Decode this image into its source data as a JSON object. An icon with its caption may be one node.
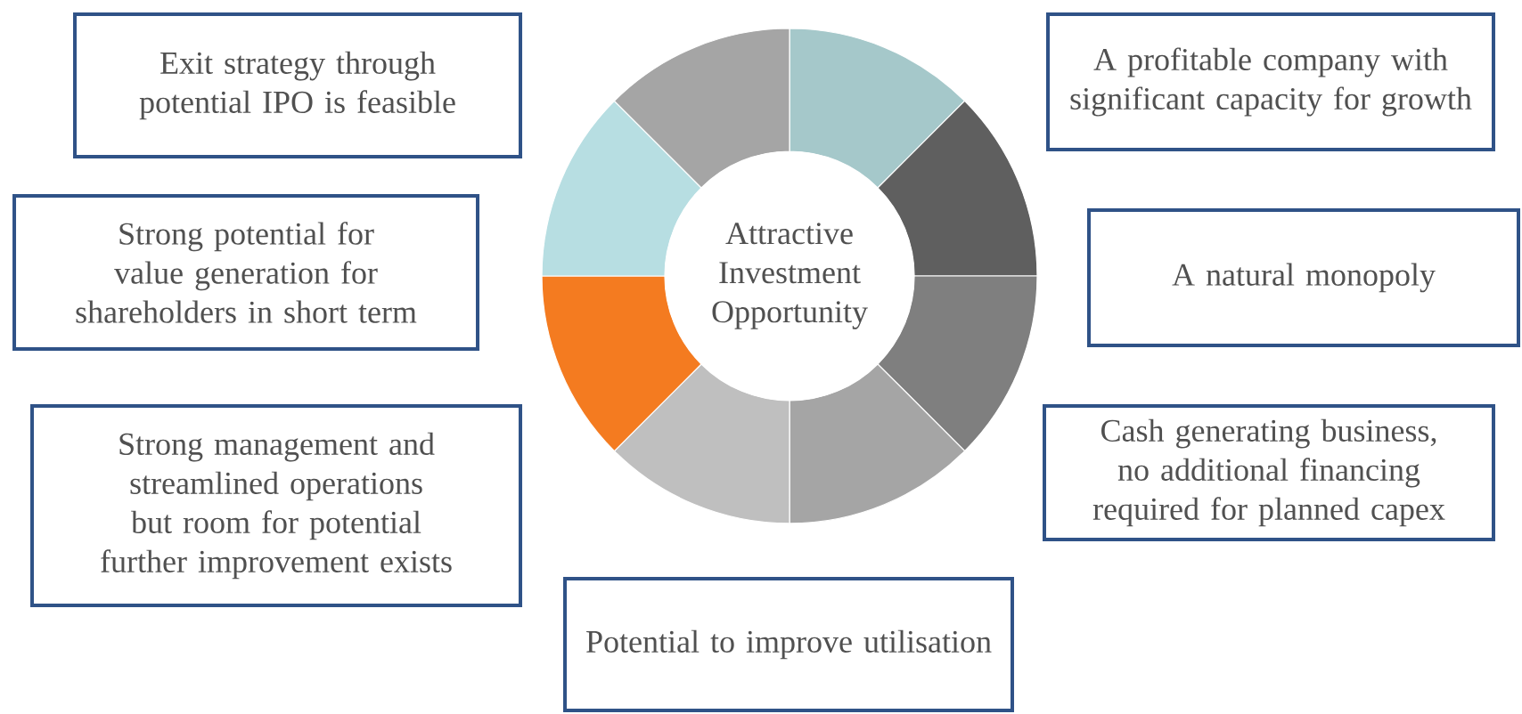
{
  "diagram": {
    "nodes": [
      {
        "text": [
          "Exit strategy through potential IPO is feasible"
        ]
      },
      {
        "text": [
          "A profitable company with significant capacity for growth"
        ]
      },
      {
        "text": [
          "Strong potential for value generation for shareholders in short term"
        ]
      },
      {
        "text": [
          "Attractive Investment Opportunity"
        ]
      },
      {
        "text": [
          "A natural monopoly"
        ]
      },
      {
        "text": [
          "Strong management and streamlined operations but room for potential further improvement exists"
        ]
      },
      {
        "text": [
          "Cash generating business, no additional financing required for planned capex"
        ]
      },
      {
        "text": [
          "Potential to improve utilisation"
        ]
      }
    ]
  }
}
